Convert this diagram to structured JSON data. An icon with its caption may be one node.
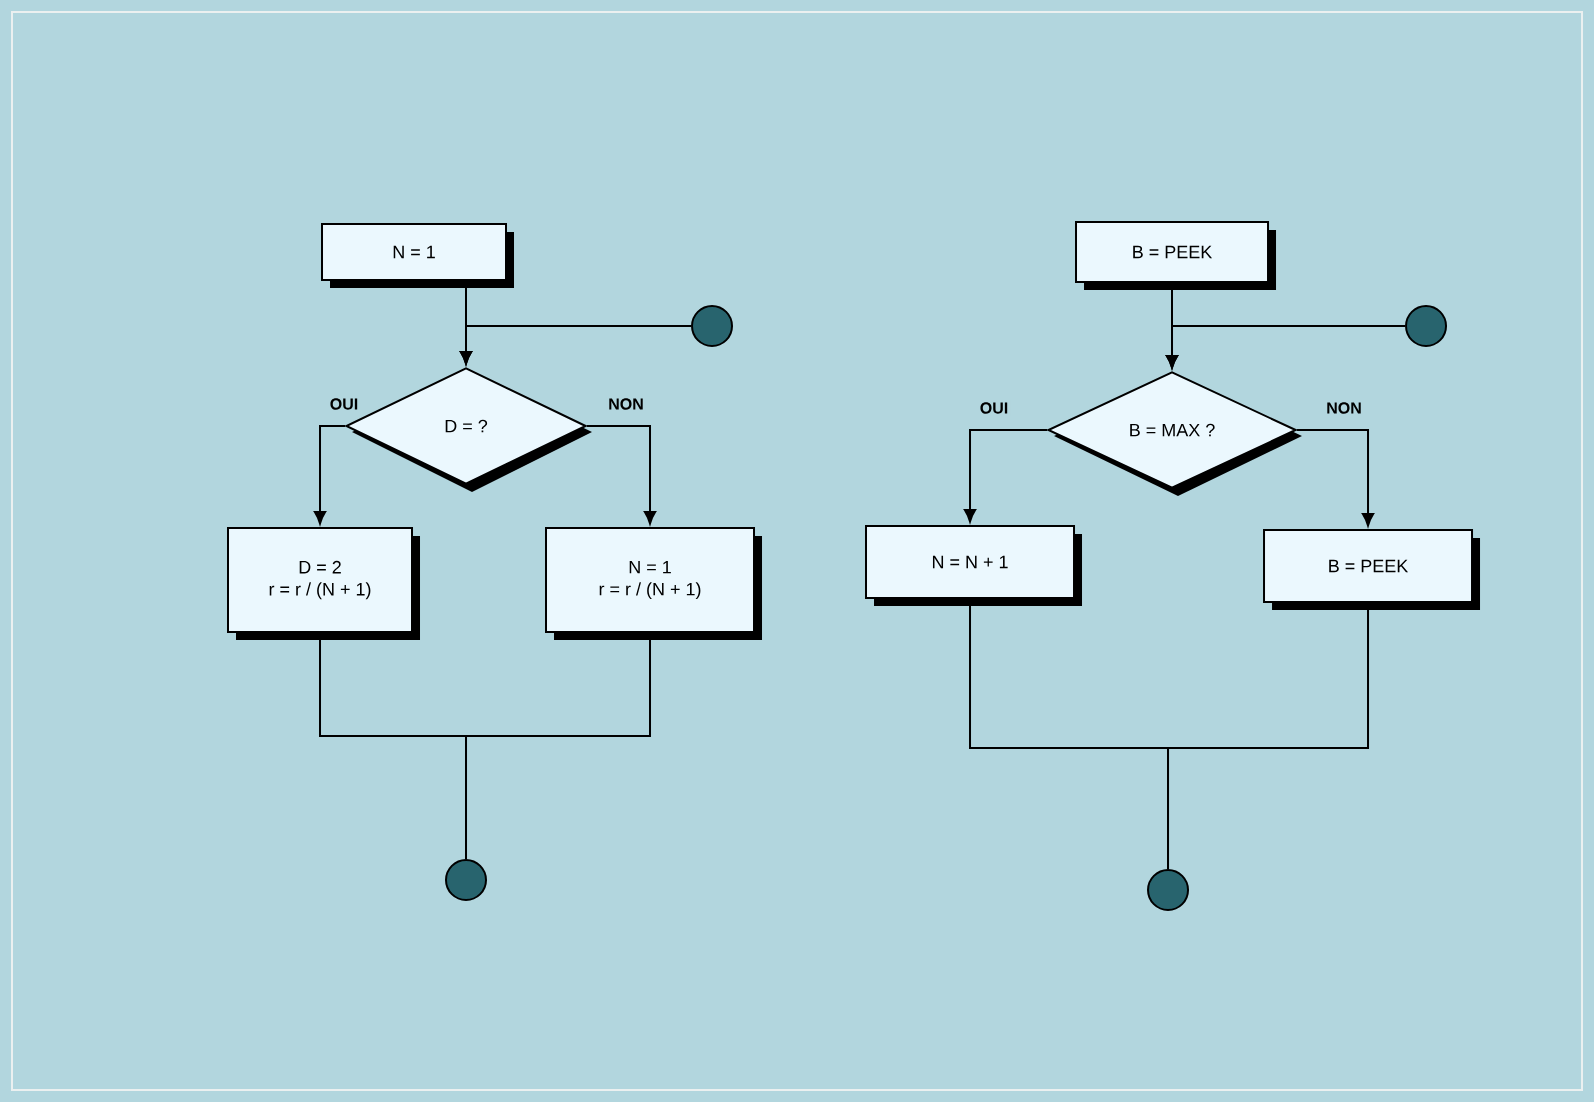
{
  "diagram": {
    "nodes": [
      {
        "text": [
          "N = 1"
        ]
      },
      {
        "text": [],
        "shape": "circle"
      },
      {
        "text": [
          "D = ?"
        ]
      },
      {
        "text": [
          "D = 2",
          "r = r / (N + 1)"
        ]
      },
      {
        "text": [
          "N = 1",
          "r = r / (N + 1)"
        ]
      },
      {
        "text": [],
        "shape": "circle"
      },
      {
        "text": [
          "B = PEEK"
        ]
      },
      {
        "text": [],
        "shape": "circle"
      },
      {
        "text": [
          "B = MAX ?"
        ]
      },
      {
        "text": [
          "N = N + 1"
        ]
      },
      {
        "text": [
          "B = PEEK"
        ]
      },
      {
        "text": [],
        "shape": "circle"
      }
    ],
    "edges": [
      {
        "from": 0,
        "to": 2,
        "arrow": "to"
      },
      {
        "from": 1,
        "to": 2,
        "arrow": "to"
      },
      {
        "from": 2,
        "to": 3,
        "arrow": "to",
        "label": "OUI"
      },
      {
        "from": 2,
        "to": 4,
        "arrow": "to",
        "label": "NON"
      },
      {
        "from": 3,
        "to": 5,
        "arrow": "none"
      },
      {
        "from": 4,
        "to": 5,
        "arrow": "none"
      },
      {
        "from": 6,
        "to": 8,
        "arrow": "to"
      },
      {
        "from": 7,
        "to": 8,
        "arrow": "to"
      },
      {
        "from": 8,
        "to": 9,
        "arrow": "to",
        "label": "OUI"
      },
      {
        "from": 8,
        "to": 10,
        "arrow": "to",
        "label": "NON"
      },
      {
        "from": 9,
        "to": 11,
        "arrow": "none"
      },
      {
        "from": 10,
        "to": 11,
        "arrow": "none"
      }
    ]
  }
}
